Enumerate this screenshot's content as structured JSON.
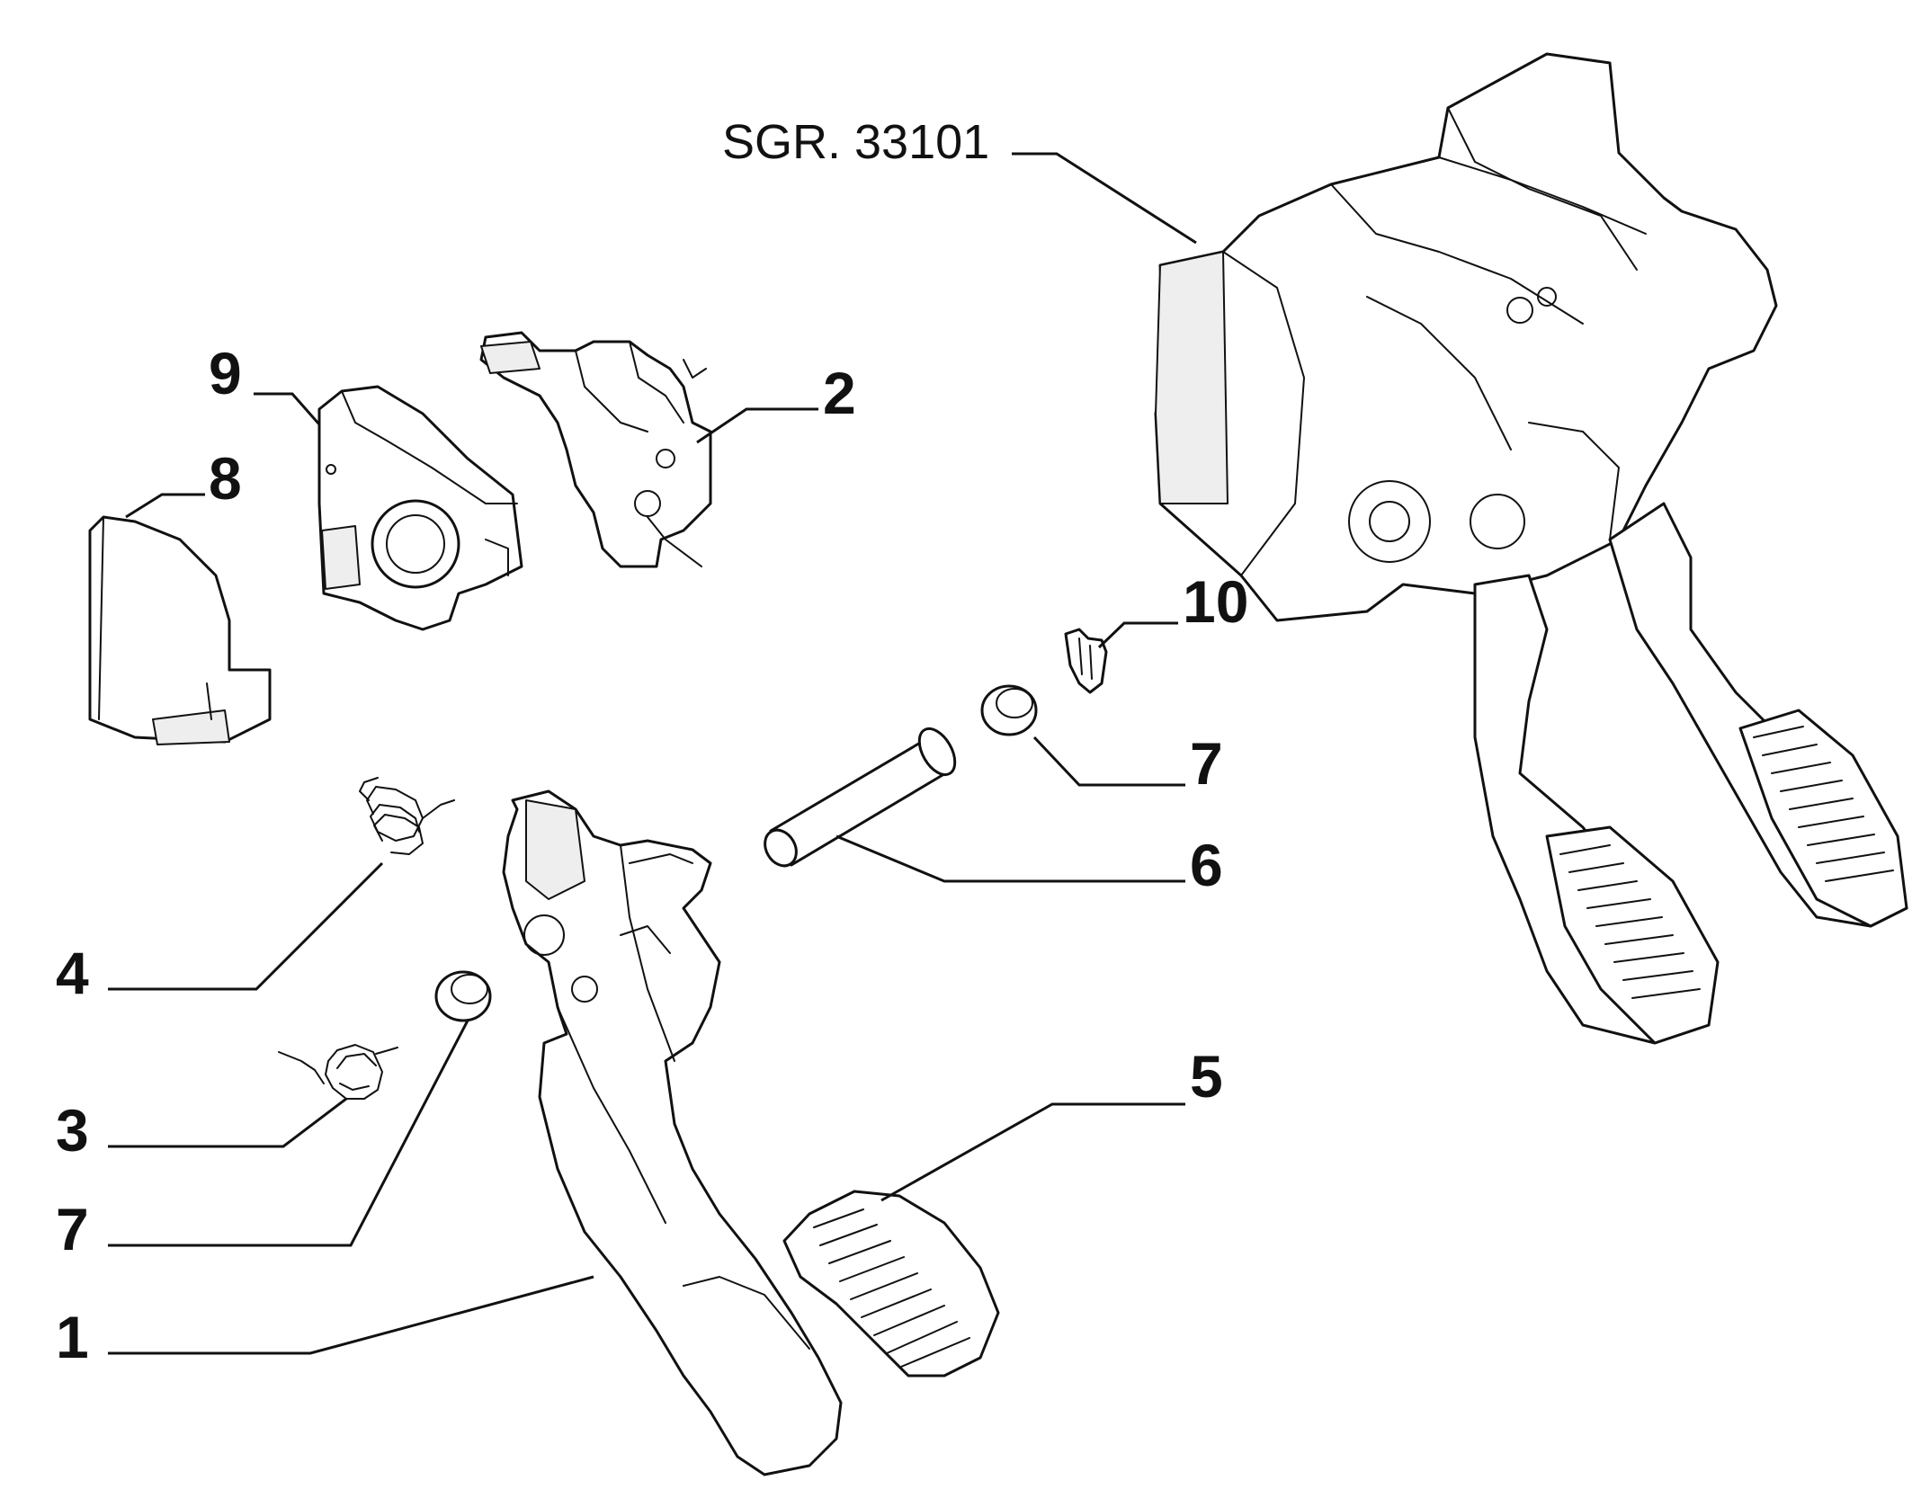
{
  "reference": "SGR. 33101",
  "labels": {
    "l1": "1",
    "l2": "2",
    "l3": "3",
    "l4": "4",
    "l5": "5",
    "l6": "6",
    "l7a": "7",
    "l7b": "7",
    "l8": "8",
    "l9": "9",
    "l10": "10"
  },
  "colors": {
    "ink": "#111111",
    "background": "#ffffff"
  }
}
